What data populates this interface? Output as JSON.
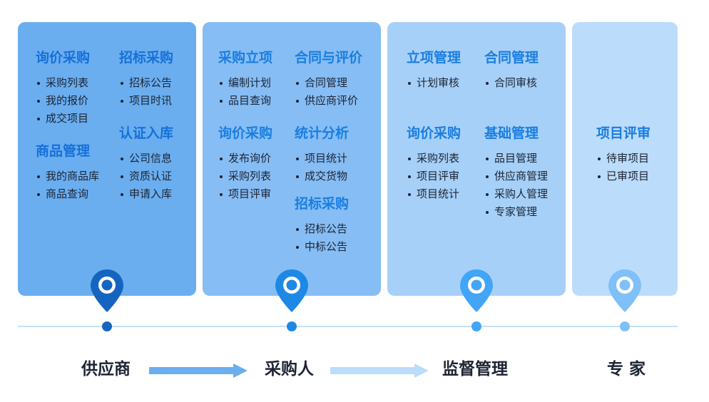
{
  "colors": {
    "card1": "#6aaef0",
    "card2": "#86bdf4",
    "card3": "#a6d0f8",
    "card4": "#bcdcfb",
    "pin1": "#1565c0",
    "pin2": "#1e88e5",
    "pin3": "#42a5f5",
    "pin4": "#7ec0f7",
    "title": "#1a7ee0",
    "text": "#1d2433"
  },
  "icons": {
    "pin": "map-pin-icon",
    "arrow": "right-arrow-icon",
    "dot": "timeline-dot-icon"
  },
  "cards": [
    {
      "sections": [
        {
          "title": "询价采购",
          "items": [
            "采购列表",
            "我的报价",
            "成交项目"
          ]
        },
        {
          "title": "商品管理",
          "items": [
            "我的商品库",
            "商品查询"
          ]
        },
        {
          "title": "招标采购",
          "items": [
            "招标公告",
            "项目时讯"
          ]
        },
        {
          "title": "认证入库",
          "items": [
            "公司信息",
            "资质认证",
            "申请入库"
          ]
        }
      ]
    },
    {
      "sections": [
        {
          "title": "采购立项",
          "items": [
            "编制计划",
            "品目查询"
          ]
        },
        {
          "title": "询价采购",
          "items": [
            "发布询价",
            "采购列表",
            "项目评审"
          ]
        },
        {
          "title": "合同与评价",
          "items": [
            "合同管理",
            "供应商评价"
          ]
        },
        {
          "title": "统计分析",
          "items": [
            "项目统计",
            "成交货物"
          ]
        },
        {
          "title": "招标采购",
          "items": [
            "招标公告",
            "中标公告"
          ]
        }
      ]
    },
    {
      "sections": [
        {
          "title": "立项管理",
          "items": [
            "计划审核"
          ]
        },
        {
          "title": "询价采购",
          "items": [
            "采购列表",
            "项目评审",
            "项目统计"
          ]
        },
        {
          "title": "合同管理",
          "items": [
            "合同审核"
          ]
        },
        {
          "title": "基础管理",
          "items": [
            "品目管理",
            "供应商管理",
            "采购人管理",
            "专家管理"
          ]
        }
      ]
    },
    {
      "sections": [
        {
          "title": "项目评审",
          "items": [
            "待审项目",
            "已审项目"
          ]
        }
      ]
    }
  ],
  "roles": [
    "供应商",
    "采购人",
    "监督管理",
    "专 家"
  ]
}
